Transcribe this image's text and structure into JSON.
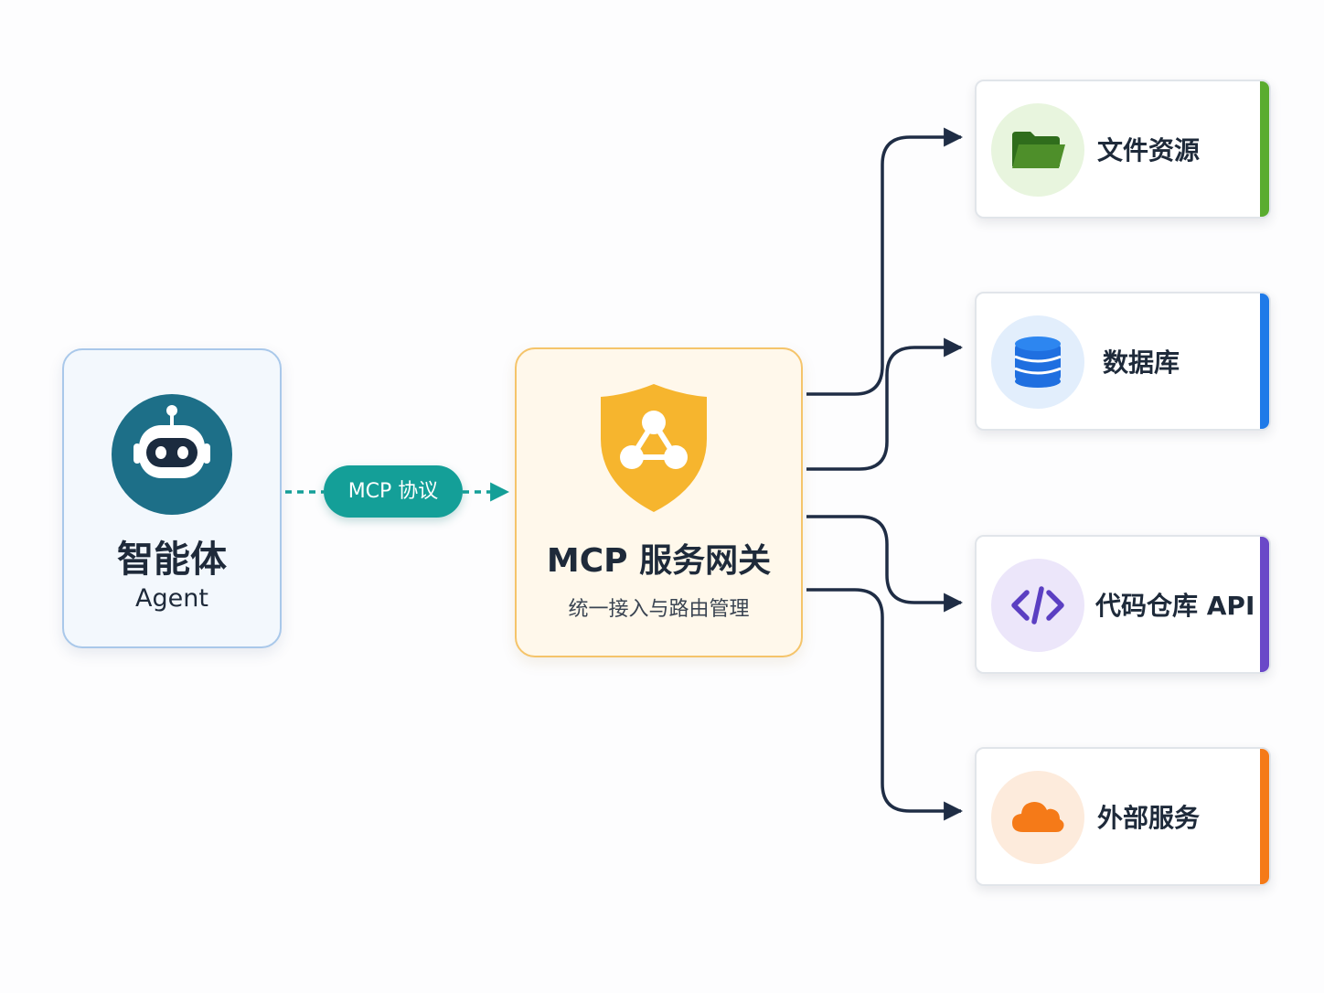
{
  "agent": {
    "title": "智能体",
    "subtitle": "Agent",
    "icon": "robot-icon"
  },
  "protocol": {
    "label": "MCP 协议",
    "color": "#149f98"
  },
  "gateway": {
    "title": "MCP 服务网关",
    "subtitle": "统一接入与路由管理",
    "icon": "shield-network-icon",
    "accent": "#f6b52e"
  },
  "resources": [
    {
      "label": "文件资源",
      "icon": "folder-icon",
      "accent": "#5aac2f"
    },
    {
      "label": "数据库",
      "icon": "database-icon",
      "accent": "#1f7ae8"
    },
    {
      "label": "代码仓库 API",
      "icon": "code-icon",
      "accent": "#6a48c8"
    },
    {
      "label": "外部服务",
      "icon": "cloud-icon",
      "accent": "#f57a18"
    }
  ]
}
